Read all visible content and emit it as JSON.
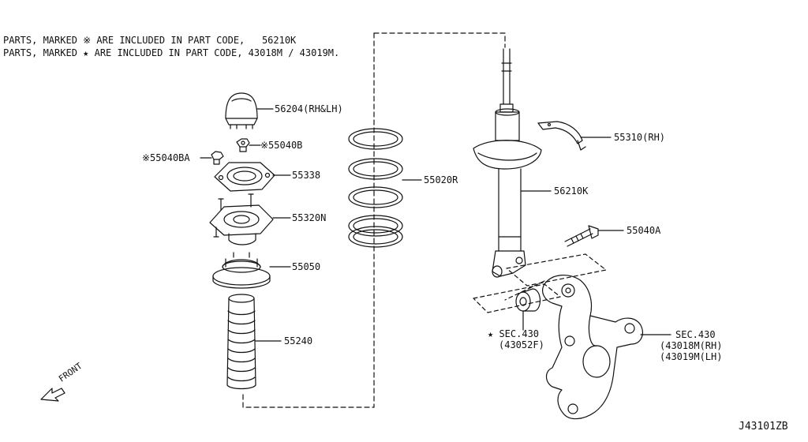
{
  "notes": {
    "line1": "PARTS, MARKED ※ ARE INCLUDED IN PART CODE,   56210K",
    "line2": "PARTS, MARKED ★ ARE INCLUDED IN PART CODE, 43018M / 43019M."
  },
  "labels": {
    "p56204": "56204(RH&LH)",
    "p55040B": "※55040B",
    "p55040BA": "※55040BA",
    "p55338": "55338",
    "p55320N": "55320N",
    "p55050": "55050",
    "p55240": "55240",
    "p55020R": "55020R",
    "p56210K": "56210K",
    "p55310": "55310(RH)",
    "p55040A": "55040A",
    "sec430_bushing_1": "★ SEC.430",
    "sec430_bushing_2": "(43052F)",
    "sec430_knuckle_1": "SEC.430",
    "sec430_knuckle_2": "(43018M(RH)",
    "sec430_knuckle_3": "(43019M(LH)"
  },
  "front_label": "FRONT",
  "diagram_code": "J43101ZB",
  "colors": {
    "line": "#111111",
    "background": "#ffffff"
  }
}
